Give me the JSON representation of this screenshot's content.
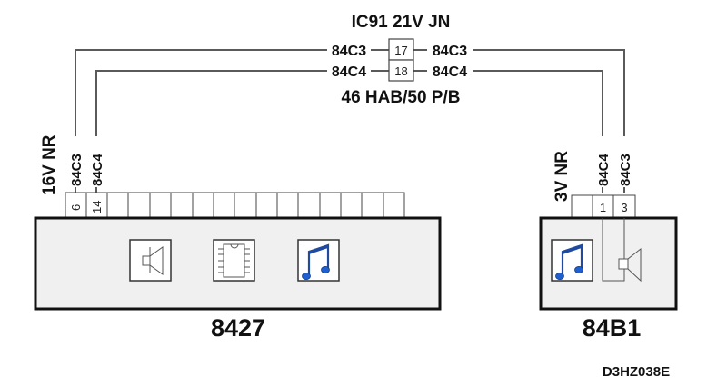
{
  "diagram": {
    "connector_top": {
      "title": "IC91 21V JN",
      "subtitle": "46 HAB/50 P/B",
      "pins": [
        {
          "number": "17",
          "wire_left": "84C3",
          "wire_right": "84C3"
        },
        {
          "number": "18",
          "wire_left": "84C4",
          "wire_right": "84C4"
        }
      ]
    },
    "component_left": {
      "id": "8427",
      "connector_label": "16V NR",
      "pin_count": 16,
      "pins": [
        {
          "number": "6",
          "wire": "84C3"
        },
        {
          "number": "14",
          "wire": "84C4"
        }
      ],
      "icons": [
        "speaker-icon",
        "ic-chip-icon",
        "music-note-icon"
      ]
    },
    "component_right": {
      "id": "84B1",
      "connector_label": "3V NR",
      "pin_count": 3,
      "pins": [
        {
          "number": "1",
          "wire": "84C4"
        },
        {
          "number": "3",
          "wire": "84C3"
        }
      ],
      "icons": [
        "music-note-icon",
        "speaker-icon"
      ]
    },
    "reference_code": "D3HZ038E",
    "colors": {
      "wire": "#5a5a5a",
      "box_fill": "#f0f0f0",
      "box_border": "#111111",
      "note_blue": "#1f5fd0"
    }
  }
}
